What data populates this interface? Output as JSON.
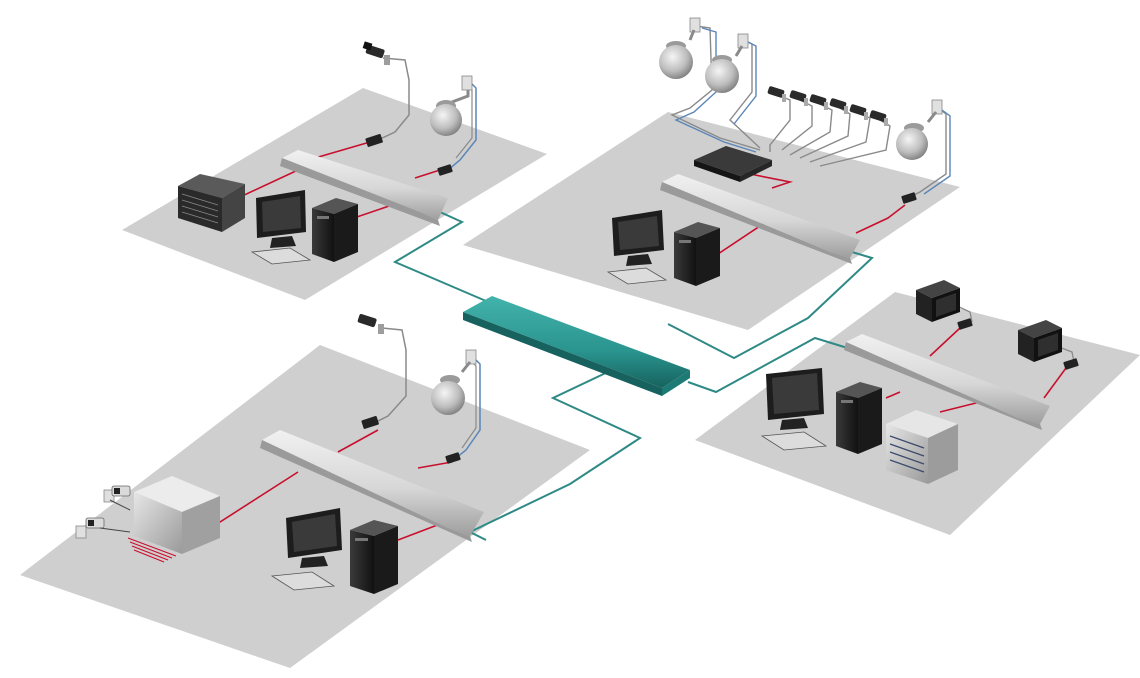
{
  "diagram": {
    "description_labels": [],
    "colors": {
      "background": "#ffffff",
      "floor": "#cfcfcf",
      "floor_edge": "#c4c4c4",
      "backbone_link": "#2f8a86",
      "central_switch": "#2c9a94",
      "local_cable": "#c8102e",
      "video_cable": "#5a86b8",
      "camera_cable": "#8a8a8a",
      "bar": "#d9d9d9",
      "device_dark": "#1d1d1d",
      "device_silver": "#b8b8b8"
    },
    "icons": [
      "network-switch-icon",
      "dome-camera-icon",
      "box-camera-icon",
      "encoder-icon",
      "pc-tower-icon",
      "monitor-icon",
      "keyboard-icon",
      "storage-server-icon",
      "cctv-monitor-icon",
      "dvr-recorder-icon",
      "video-matrix-icon"
    ],
    "sites": [
      {
        "name": "site-top-left",
        "devices": [
          "box-camera",
          "dome-camera",
          "encoder",
          "encoder",
          "storage-server",
          "monitor",
          "keyboard",
          "pc-tower"
        ]
      },
      {
        "name": "site-top-right",
        "devices": [
          "dome-camera",
          "dome-camera",
          "box-camera",
          "box-camera",
          "box-camera",
          "box-camera",
          "box-camera",
          "box-camera",
          "dome-camera",
          "dvr-recorder",
          "encoder",
          "monitor",
          "keyboard",
          "pc-tower"
        ]
      },
      {
        "name": "site-bottom-left",
        "devices": [
          "box-camera",
          "dome-camera",
          "encoder",
          "encoder",
          "box-camera",
          "box-camera",
          "video-matrix",
          "monitor",
          "keyboard",
          "pc-tower"
        ]
      },
      {
        "name": "site-bottom-right",
        "devices": [
          "cctv-monitor",
          "cctv-monitor",
          "encoder",
          "encoder",
          "monitor",
          "keyboard",
          "pc-tower",
          "storage-server"
        ]
      }
    ]
  }
}
